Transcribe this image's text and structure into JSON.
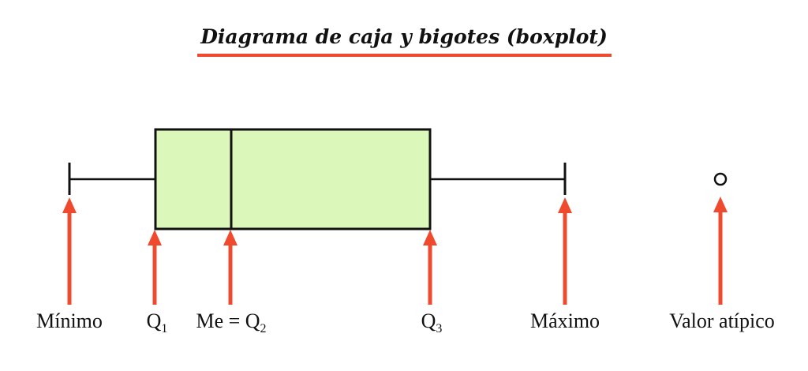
{
  "title": "Diagrama de caja y bigotes (boxplot)",
  "colors": {
    "accent": "#f04a2e",
    "box_fill": "#dbf7b9",
    "line": "#111111"
  },
  "labels": {
    "minimum": "Mínimo",
    "q1": "Q",
    "q1_sub": "1",
    "median": "Me = Q",
    "median_sub": "2",
    "q3": "Q",
    "q3_sub": "3",
    "maximum": "Máximo",
    "outlier": "Valor atípico"
  }
}
